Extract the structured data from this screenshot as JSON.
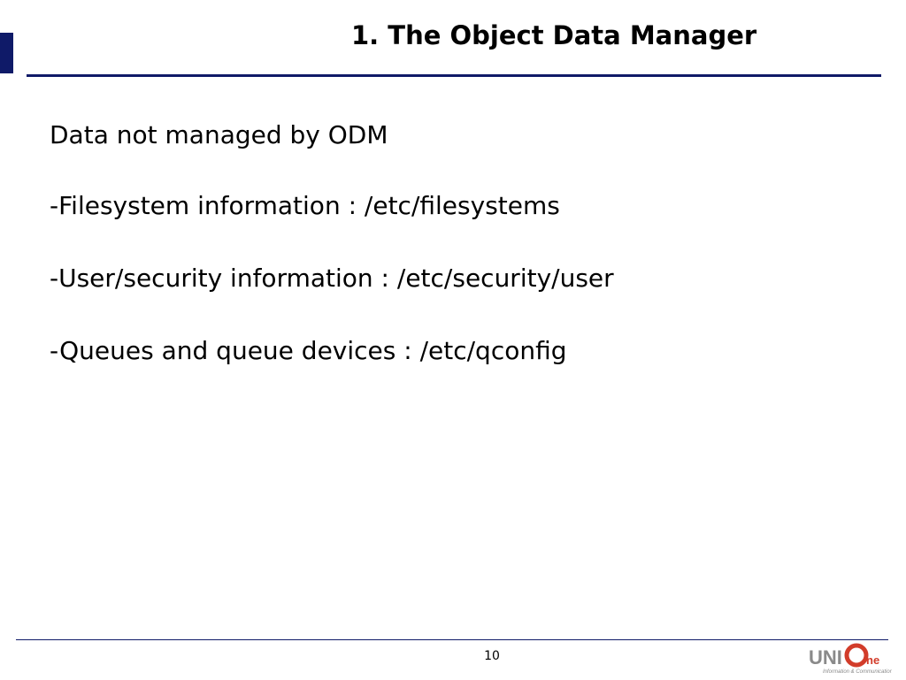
{
  "slide": {
    "title": "1. The Object Data Manager",
    "subtitle": "Data not managed by ODM",
    "bullets": [
      "-Filesystem information : /etc/filesystems",
      "-User/security information : /etc/security/user",
      "-Queues and queue devices : /etc/qconfig"
    ],
    "page_number": "10"
  },
  "logo": {
    "brand_text": "UNIOne",
    "tagline": "Information & Communication",
    "colors": {
      "text": "#8a8a8a",
      "ring": "#d23c2a"
    }
  },
  "colors": {
    "accent": "#0f1a68",
    "background": "#ffffff",
    "text": "#000000"
  }
}
